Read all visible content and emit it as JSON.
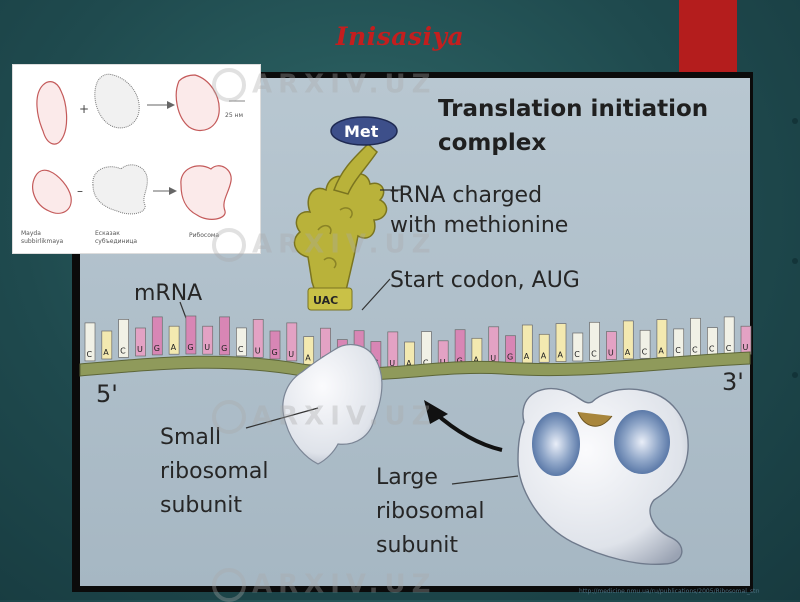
{
  "slide": {
    "title": "Inisasiya"
  },
  "figure": {
    "heading_line1": "Translation initiation",
    "heading_line2": "complex",
    "met_label": "Met",
    "trna_line1": "tRNA charged",
    "trna_line2": "with methionine",
    "anticodon": "UAC",
    "codon_label": "Start codon, AUG",
    "mrna_label": "mRNA",
    "five_prime": "5'",
    "three_prime": "3'",
    "small_line1": "Small",
    "small_line2": "ribosomal",
    "small_line3": "subunit",
    "large_line1": "Large",
    "large_line2": "ribosomal",
    "large_line3": "subunit",
    "mrna_sequence": "CACUGAGUGCUGUAUGGGUACUGAUGAAACCUACACCCCU"
  },
  "inset": {
    "caption_1a": "Mayda",
    "caption_1b": "subbirlikmaya",
    "caption_2a": "Есказак",
    "caption_2b": "субъединица",
    "caption_3": "Рибосома",
    "dim_label": "25 нм"
  },
  "source_link": "http://medicine.nmu.ua/ru/publications/2005/Ribosomal_structure_and_bro.htm",
  "watermark_text": "ARXIV.UZ",
  "colors": {
    "title": "#c41e1e",
    "red_tab": "#b41d1d",
    "trna": "#b8b238",
    "met_oval": "#3d4f8a",
    "mrna_backbone": "#8f9a5b",
    "ribosome": "#e8eaef",
    "figure_bg": "#aebfcc"
  }
}
